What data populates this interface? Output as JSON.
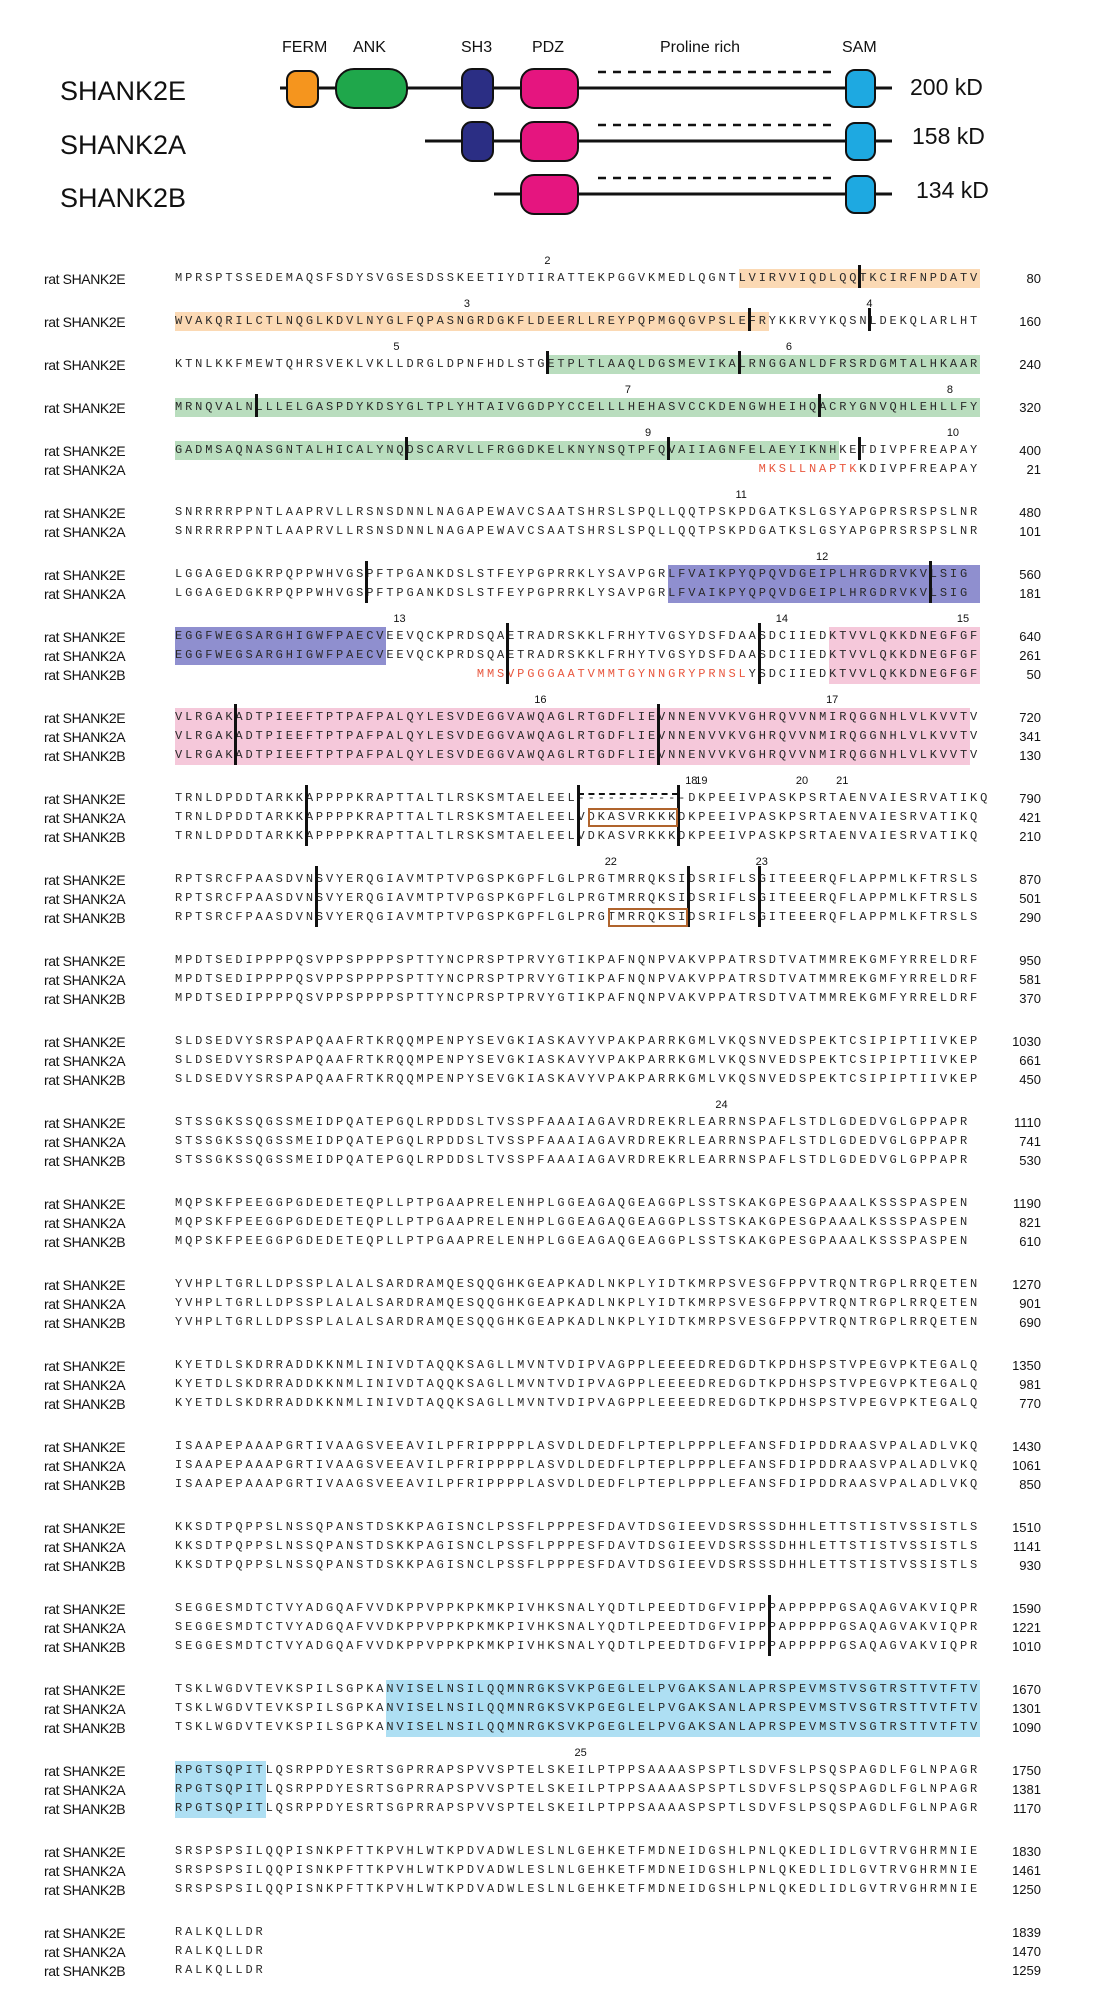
{
  "figure": {
    "domain_labels": {
      "ferm": "FERM",
      "ank": "ANK",
      "sh3": "SH3",
      "pdz": "PDZ",
      "proline": "Proline rich",
      "sam": "SAM"
    },
    "isoforms": [
      {
        "name": "SHANK2E",
        "size": "200 kD"
      },
      {
        "name": "SHANK2A",
        "size": "158 kD"
      },
      {
        "name": "SHANK2B",
        "size": "134 kD"
      }
    ],
    "colors": {
      "ferm": "#f5951e",
      "ank": "#1fa74b",
      "sh3": "#2b2e84",
      "pdz": "#e5157f",
      "sam": "#1ea9e1",
      "hl_ferm": "#fbd9b4",
      "hl_ank": "#b9ddbe",
      "hl_sh3": "#8f8fcf",
      "hl_pdz": "#f5c8da",
      "hl_sam": "#aedff3",
      "alt_start": "#e8573e",
      "exon_box": "#b0642d"
    }
  },
  "alignment": [
    {
      "marks": [
        "2"
      ],
      "rows": [
        {
          "label": "rat SHANK2E",
          "seq": "MPRSPTSSEDEMAQSFSDYSVGSESDSSKEETIYDTIRATTEKPGGVKMEDLQGNTLVIRVVIQDLQQTKCIRFNPDATV",
          "num": "80"
        }
      ]
    },
    {
      "marks": [
        "3",
        "4"
      ],
      "rows": [
        {
          "label": "rat SHANK2E",
          "seq": "WVAKQRILCTLNQGLKDVLNYGLFQPASNGRDGKFLDEERLLREYPQPMGQGVPSLEFRYKKRVYKQSNLDEKQLARLHT",
          "num": "160"
        }
      ]
    },
    {
      "marks": [
        "5",
        "6"
      ],
      "rows": [
        {
          "label": "rat SHANK2E",
          "seq": "KTNLKKFMEWTQHRSVEKLVKLLDRGLDPNFHDLSTGETPLTLAAQLDGSMEVIKALRNGGANLDFRSRDGMTALHKAAR",
          "num": "240"
        }
      ]
    },
    {
      "marks": [
        "7",
        "8"
      ],
      "rows": [
        {
          "label": "rat SHANK2E",
          "seq": "MRNQVALNLLLELGASPDYKDSYGLTPLYHTAIVGGDPYCCELLLHEHASVCCKDENGWHEIHQACRYGNVQHLEHLLFY",
          "num": "320"
        }
      ]
    },
    {
      "marks": [
        "9",
        "10"
      ],
      "rows": [
        {
          "label": "rat SHANK2E",
          "seq": "GADMSAQNASGNTALHICALYNQDSCARVLLFRGGDKELKNYNSQTPFQVAIIAGNFELAEYIKNHKETDIVPFREAPAY",
          "num": "400"
        },
        {
          "label": "rat SHANK2A",
          "seq": "MKSLLNAPTKKDIVPFREAPAY",
          "num": "21"
        }
      ]
    },
    {
      "marks": [
        "11"
      ],
      "rows": [
        {
          "label": "rat SHANK2E",
          "seq": "SNRRRRPPNTLAAPRVLLRSNSDNNLNAGAPEWAVCSAATSHRSLSPQLLQQTPSKPDGATKSLGSYAPGPRSRSPSLNR",
          "num": "480"
        },
        {
          "label": "rat SHANK2A",
          "seq": "SNRRRRPPNTLAAPRVLLRSNSDNNLNAGAPEWAVCSAATSHRSLSPQLLQQTPSKPDGATKSLGSYAPGPRSRSPSLNR",
          "num": "101"
        }
      ]
    },
    {
      "marks": [
        "12"
      ],
      "rows": [
        {
          "label": "rat SHANK2E",
          "seq": "LGGAGEDGKRPQPPWHVGSPFTPGANKDSLSTFEYPGPRRKLYSAVPGRLFVAIKPYQPQVDGEIPLHRGDRVKVLSIG",
          "num": "560"
        },
        {
          "label": "rat SHANK2A",
          "seq": "LGGAGEDGKRPQPPWHVGSPFTPGANKDSLSTFEYPGPRRKLYSAVPGRLFVAIKPYQPQVDGEIPLHRGDRVKVLSIG",
          "num": "181"
        }
      ]
    },
    {
      "marks": [
        "13",
        "14",
        "15"
      ],
      "rows": [
        {
          "label": "rat SHANK2E",
          "seq": "EGGFWEGSARGHIGWFPAECVEEVQCKPRDSQAETRADRSKKLFRHYTVGSYDSFDAASDCIIEDKTVVLQKKDNEGFGF",
          "num": "640"
        },
        {
          "label": "rat SHANK2A",
          "seq": "EGGFWEGSARGHIGWFPAECVEEVQCKPRDSQAETRADRSKKLFRHYTVGSYDSFDAASDCIIEDKTVVLQKKDNEGFGF",
          "num": "261"
        },
        {
          "label": "rat SHANK2B",
          "seq": "MMSVPGGGAATVMMTGYNNGRYPRNSLYSDCIIEDKTVVLQKKDNEGFGF",
          "num": "50"
        }
      ]
    },
    {
      "marks": [
        "16",
        "17"
      ],
      "rows": [
        {
          "label": "rat SHANK2E",
          "seq": "VLRGAKADTPIEEFTPTPAFPALQYLESVDEGGVAWQAGLRTGDFLIEVNNENVVKVGHRQVVNMIRQGGNHLVLKVVTV",
          "num": "720"
        },
        {
          "label": "rat SHANK2A",
          "seq": "VLRGAKADTPIEEFTPTPAFPALQYLESVDEGGVAWQAGLRTGDFLIEVNNENVVKVGHRQVVNMIRQGGNHLVLKVVTV",
          "num": "341"
        },
        {
          "label": "rat SHANK2B",
          "seq": "VLRGAKADTPIEEFTPTPAFPALQYLESVDEGGVAWQAGLRTGDFLIEVNNENVVKVGHRQVVNMIRQGGNHLVLKVVTV",
          "num": "130"
        }
      ]
    },
    {
      "marks": [
        "18",
        "19",
        "20",
        "21"
      ],
      "rows": [
        {
          "label": "rat SHANK2E",
          "seq": "TRNLDPDDTARKKAPPPPKRAPTTALTLRSKSMTAELEEL-----------DKPEEIVPASKPSRTAENVAIESRVATIKQ",
          "num": "790"
        },
        {
          "label": "rat SHANK2A",
          "seq": "TRNLDPDDTARKKAPPPPKRAPTTALTLRSKSMTAELEELVDKASVRKKKDKPEEIVPASKPSRTAENVAIESRVATIKQ",
          "num": "421"
        },
        {
          "label": "rat SHANK2B",
          "seq": "TRNLDPDDTARKKAPPPPKRAPTTALTLRSKSMTAELEELVDKASVRKKKDKPEEIVPASKPSRTAENVAIESRVATIKQ",
          "num": "210"
        }
      ]
    },
    {
      "marks": [
        "22",
        "23"
      ],
      "rows": [
        {
          "label": "rat SHANK2E",
          "seq": "RPTSRCFPAASDVNSVYERQGIAVMTPTVPGSPKGPFLGLPRGTMRRQKSIDSRIFLSGITEEERQFLAPPMLKFTRSLS",
          "num": "870"
        },
        {
          "label": "rat SHANK2A",
          "seq": "RPTSRCFPAASDVNSVYERQGIAVMTPTVPGSPKGPFLGLPRGTMRRQKSIDSRIFLSGITEEERQFLAPPMLKFTRSLS",
          "num": "501"
        },
        {
          "label": "rat SHANK2B",
          "seq": "RPTSRCFPAASDVNSVYERQGIAVMTPTVPGSPKGPFLGLPRGTMRRQKSIDSRIFLSGITEEERQFLAPPMLKFTRSLS",
          "num": "290"
        }
      ]
    },
    {
      "marks": [],
      "rows": [
        {
          "label": "rat SHANK2E",
          "seq": "MPDTSEDIPPPPQSVPPSPPPPSPTTYNCPRSPTPRVYGTIKPAFNQNPVAKVPPATRSDTVATMMREKGMFYRRELDRF",
          "num": "950"
        },
        {
          "label": "rat SHANK2A",
          "seq": "MPDTSEDIPPPPQSVPPSPPPPSPTTYNCPRSPTPRVYGTIKPAFNQNPVAKVPPATRSDTVATMMREKGMFYRRELDRF",
          "num": "581"
        },
        {
          "label": "rat SHANK2B",
          "seq": "MPDTSEDIPPPPQSVPPSPPPPSPTTYNCPRSPTPRVYGTIKPAFNQNPVAKVPPATRSDTVATMMREKGMFYRRELDRF",
          "num": "370"
        }
      ]
    },
    {
      "marks": [],
      "rows": [
        {
          "label": "rat SHANK2E",
          "seq": "SLDSEDVYSRSPAPQAAFRTKRQQMPENPYSEVGKIASKAVYVPAKPARRKGMLVKQSNVEDSPEKTCSIPIPTIIVKEP",
          "num": "1030"
        },
        {
          "label": "rat SHANK2A",
          "seq": "SLDSEDVYSRSPAPQAAFRTKRQQMPENPYSEVGKIASKAVYVPAKPARRKGMLVKQSNVEDSPEKTCSIPIPTIIVKEP",
          "num": "661"
        },
        {
          "label": "rat SHANK2B",
          "seq": "SLDSEDVYSRSPAPQAAFRTKRQQMPENPYSEVGKIASKAVYVPAKPARRKGMLVKQSNVEDSPEKTCSIPIPTIIVKEP",
          "num": "450"
        }
      ]
    },
    {
      "marks": [
        "24"
      ],
      "rows": [
        {
          "label": "rat SHANK2E",
          "seq": "STSSGKSSQGSSMEIDPQATEPGQLRPDDSLTVSSPFAAAIAGAVRDREKRLEARRNSPAFLSTDLGDEDVGLGPPAPR",
          "num": "1110"
        },
        {
          "label": "rat SHANK2A",
          "seq": "STSSGKSSQGSSMEIDPQATEPGQLRPDDSLTVSSPFAAAIAGAVRDREKRLEARRNSPAFLSTDLGDEDVGLGPPAPR",
          "num": "741"
        },
        {
          "label": "rat SHANK2B",
          "seq": "STSSGKSSQGSSMEIDPQATEPGQLRPDDSLTVSSPFAAAIAGAVRDREKRLEARRNSPAFLSTDLGDEDVGLGPPAPR",
          "num": "530"
        }
      ]
    },
    {
      "marks": [],
      "rows": [
        {
          "label": "rat SHANK2E",
          "seq": "MQPSKFPEEGGPGDEDETEQPLLPTPGAAPRELENHPLGGEAGAQGEAGGPLSSTSKAKGPESGPAAALKSSSPASPEN",
          "num": "1190"
        },
        {
          "label": "rat SHANK2A",
          "seq": "MQPSKFPEEGGPGDEDETEQPLLPTPGAAPRELENHPLGGEAGAQGEAGGPLSSTSKAKGPESGPAAALKSSSPASPEN",
          "num": "821"
        },
        {
          "label": "rat SHANK2B",
          "seq": "MQPSKFPEEGGPGDEDETEQPLLPTPGAAPRELENHPLGGEAGAQGEAGGPLSSTSKAKGPESGPAAALKSSSPASPEN",
          "num": "610"
        }
      ]
    },
    {
      "marks": [],
      "rows": [
        {
          "label": "rat SHANK2E",
          "seq": "YVHPLTGRLLDPSSPLALALSARDRAMQESQQGHKGEAPKADLNKPLYIDTKMRPSVESGFPPVTRQNTRGPLRRQETEN",
          "num": "1270"
        },
        {
          "label": "rat SHANK2A",
          "seq": "YVHPLTGRLLDPSSPLALALSARDRAMQESQQGHKGEAPKADLNKPLYIDTKMRPSVESGFPPVTRQNTRGPLRRQETEN",
          "num": "901"
        },
        {
          "label": "rat SHANK2B",
          "seq": "YVHPLTGRLLDPSSPLALALSARDRAMQESQQGHKGEAPKADLNKPLYIDTKMRPSVESGFPPVTRQNTRGPLRRQETEN",
          "num": "690"
        }
      ]
    },
    {
      "marks": [],
      "rows": [
        {
          "label": "rat SHANK2E",
          "seq": "KYETDLSKDRRADDKKNMLINIVDTAQQKSAGLLMVNTVDIPVAGPPLEEEEDREDGDTKPDHSPSTVPEGVPKTEGALQ",
          "num": "1350"
        },
        {
          "label": "rat SHANK2A",
          "seq": "KYETDLSKDRRADDKKNMLINIVDTAQQKSAGLLMVNTVDIPVAGPPLEEEEDREDGDTKPDHSPSTVPEGVPKTEGALQ",
          "num": "981"
        },
        {
          "label": "rat SHANK2B",
          "seq": "KYETDLSKDRRADDKKNMLINIVDTAQQKSAGLLMVNTVDIPVAGPPLEEEEDREDGDTKPDHSPSTVPEGVPKTEGALQ",
          "num": "770"
        }
      ]
    },
    {
      "marks": [],
      "rows": [
        {
          "label": "rat SHANK2E",
          "seq": "ISAAPEPAAAPGRTIVAAGSVEEAVILPFRIPPPPLASVDLDEDFLPTEPLPPPLEFANSFDIPDDRAASVPALADLVKQ",
          "num": "1430"
        },
        {
          "label": "rat SHANK2A",
          "seq": "ISAAPEPAAAPGRTIVAAGSVEEAVILPFRIPPPPLASVDLDEDFLPTEPLPPPLEFANSFDIPDDRAASVPALADLVKQ",
          "num": "1061"
        },
        {
          "label": "rat SHANK2B",
          "seq": "ISAAPEPAAAPGRTIVAAGSVEEAVILPFRIPPPPLASVDLDEDFLPTEPLPPPLEFANSFDIPDDRAASVPALADLVKQ",
          "num": "850"
        }
      ]
    },
    {
      "marks": [],
      "rows": [
        {
          "label": "rat SHANK2E",
          "seq": "KKSDTPQPPSLNSSQPANSTDSKKPAGISNCLPSSFLPPPESFDAVTDSGIEEVDSRSSSDHHLETTSTISTVSSISTLS",
          "num": "1510"
        },
        {
          "label": "rat SHANK2A",
          "seq": "KKSDTPQPPSLNSSQPANSTDSKKPAGISNCLPSSFLPPPESFDAVTDSGIEEVDSRSSSDHHLETTSTISTVSSISTLS",
          "num": "1141"
        },
        {
          "label": "rat SHANK2B",
          "seq": "KKSDTPQPPSLNSSQPANSTDSKKPAGISNCLPSSFLPPPESFDAVTDSGIEEVDSRSSSDHHLETTSTISTVSSISTLS",
          "num": "930"
        }
      ]
    },
    {
      "marks": [],
      "rows": [
        {
          "label": "rat SHANK2E",
          "seq": "SEGGESMDTCTVYADGQAFVVDKPPVPPKPKMKPIVHKSNALYQDTLPEEDTDGFVIPPPAPPPPPGSAQAGVAKVIQPR",
          "num": "1590"
        },
        {
          "label": "rat SHANK2A",
          "seq": "SEGGESMDTCTVYADGQAFVVDKPPVPPKPKMKPIVHKSNALYQDTLPEEDTDGFVIPPPAPPPPPGSAQAGVAKVIQPR",
          "num": "1221"
        },
        {
          "label": "rat SHANK2B",
          "seq": "SEGGESMDTCTVYADGQAFVVDKPPVPPKPKMKPIVHKSNALYQDTLPEEDTDGFVIPPPAPPPPPGSAQAGVAKVIQPR",
          "num": "1010"
        }
      ]
    },
    {
      "marks": [],
      "rows": [
        {
          "label": "rat SHANK2E",
          "seq": "TSKLWGDVTEVKSPILSGPKANVISELNSILQQMNRGKSVKPGEGLELPVGAKSANLAPRSPEVMSTVSGTRSTTVTFTV",
          "num": "1670"
        },
        {
          "label": "rat SHANK2A",
          "seq": "TSKLWGDVTEVKSPILSGPKANVISELNSILQQMNRGKSVKPGEGLELPVGAKSANLAPRSPEVMSTVSGTRSTTVTFTV",
          "num": "1301"
        },
        {
          "label": "rat SHANK2B",
          "seq": "TSKLWGDVTEVKSPILSGPKANVISELNSILQQMNRGKSVKPGEGLELPVGAKSANLAPRSPEVMSTVSGTRSTTVTFTV",
          "num": "1090"
        }
      ]
    },
    {
      "marks": [
        "25"
      ],
      "rows": [
        {
          "label": "rat SHANK2E",
          "seq": "RPGTSQPITLQSRPPDYESRTSGPRRAPSPVVSPTELSKEILPTPPSAAAASPSPTLSDVFSLPSQSPAGDLFGLNPAGR",
          "num": "1750"
        },
        {
          "label": "rat SHANK2A",
          "seq": "RPGTSQPITLQSRPPDYESRTSGPRRAPSPVVSPTELSKEILPTPPSAAAASPSPTLSDVFSLPSQSPAGDLFGLNPAGR",
          "num": "1381"
        },
        {
          "label": "rat SHANK2B",
          "seq": "RPGTSQPITLQSRPPDYESRTSGPRRAPSPVVSPTELSKEILPTPPSAAAASPSPTLSDVFSLPSQSPAGDLFGLNPAGR",
          "num": "1170"
        }
      ]
    },
    {
      "marks": [],
      "rows": [
        {
          "label": "rat SHANK2E",
          "seq": "SRSPSPSILQQPISNKPFTTKPVHLWTKPDVADWLESLNLGEHKETFMDNEIDGSHLPNLQKEDLIDLGVTRVGHRMNIE",
          "num": "1830"
        },
        {
          "label": "rat SHANK2A",
          "seq": "SRSPSPSILQQPISNKPFTTKPVHLWTKPDVADWLESLNLGEHKETFMDNEIDGSHLPNLQKEDLIDLGVTRVGHRMNIE",
          "num": "1461"
        },
        {
          "label": "rat SHANK2B",
          "seq": "SRSPSPSILQQPISNKPFTTKPVHLWTKPDVADWLESLNLGEHKETFMDNEIDGSHLPNLQKEDLIDLGVTRVGHRMNIE",
          "num": "1250"
        }
      ]
    },
    {
      "marks": [],
      "rows": [
        {
          "label": "rat SHANK2E",
          "seq": "RALKQLLDR",
          "num": "1839"
        },
        {
          "label": "rat SHANK2A",
          "seq": "RALKQLLDR",
          "num": "1470"
        },
        {
          "label": "rat SHANK2B",
          "seq": "RALKQLLDR",
          "num": "1259"
        }
      ]
    }
  ]
}
